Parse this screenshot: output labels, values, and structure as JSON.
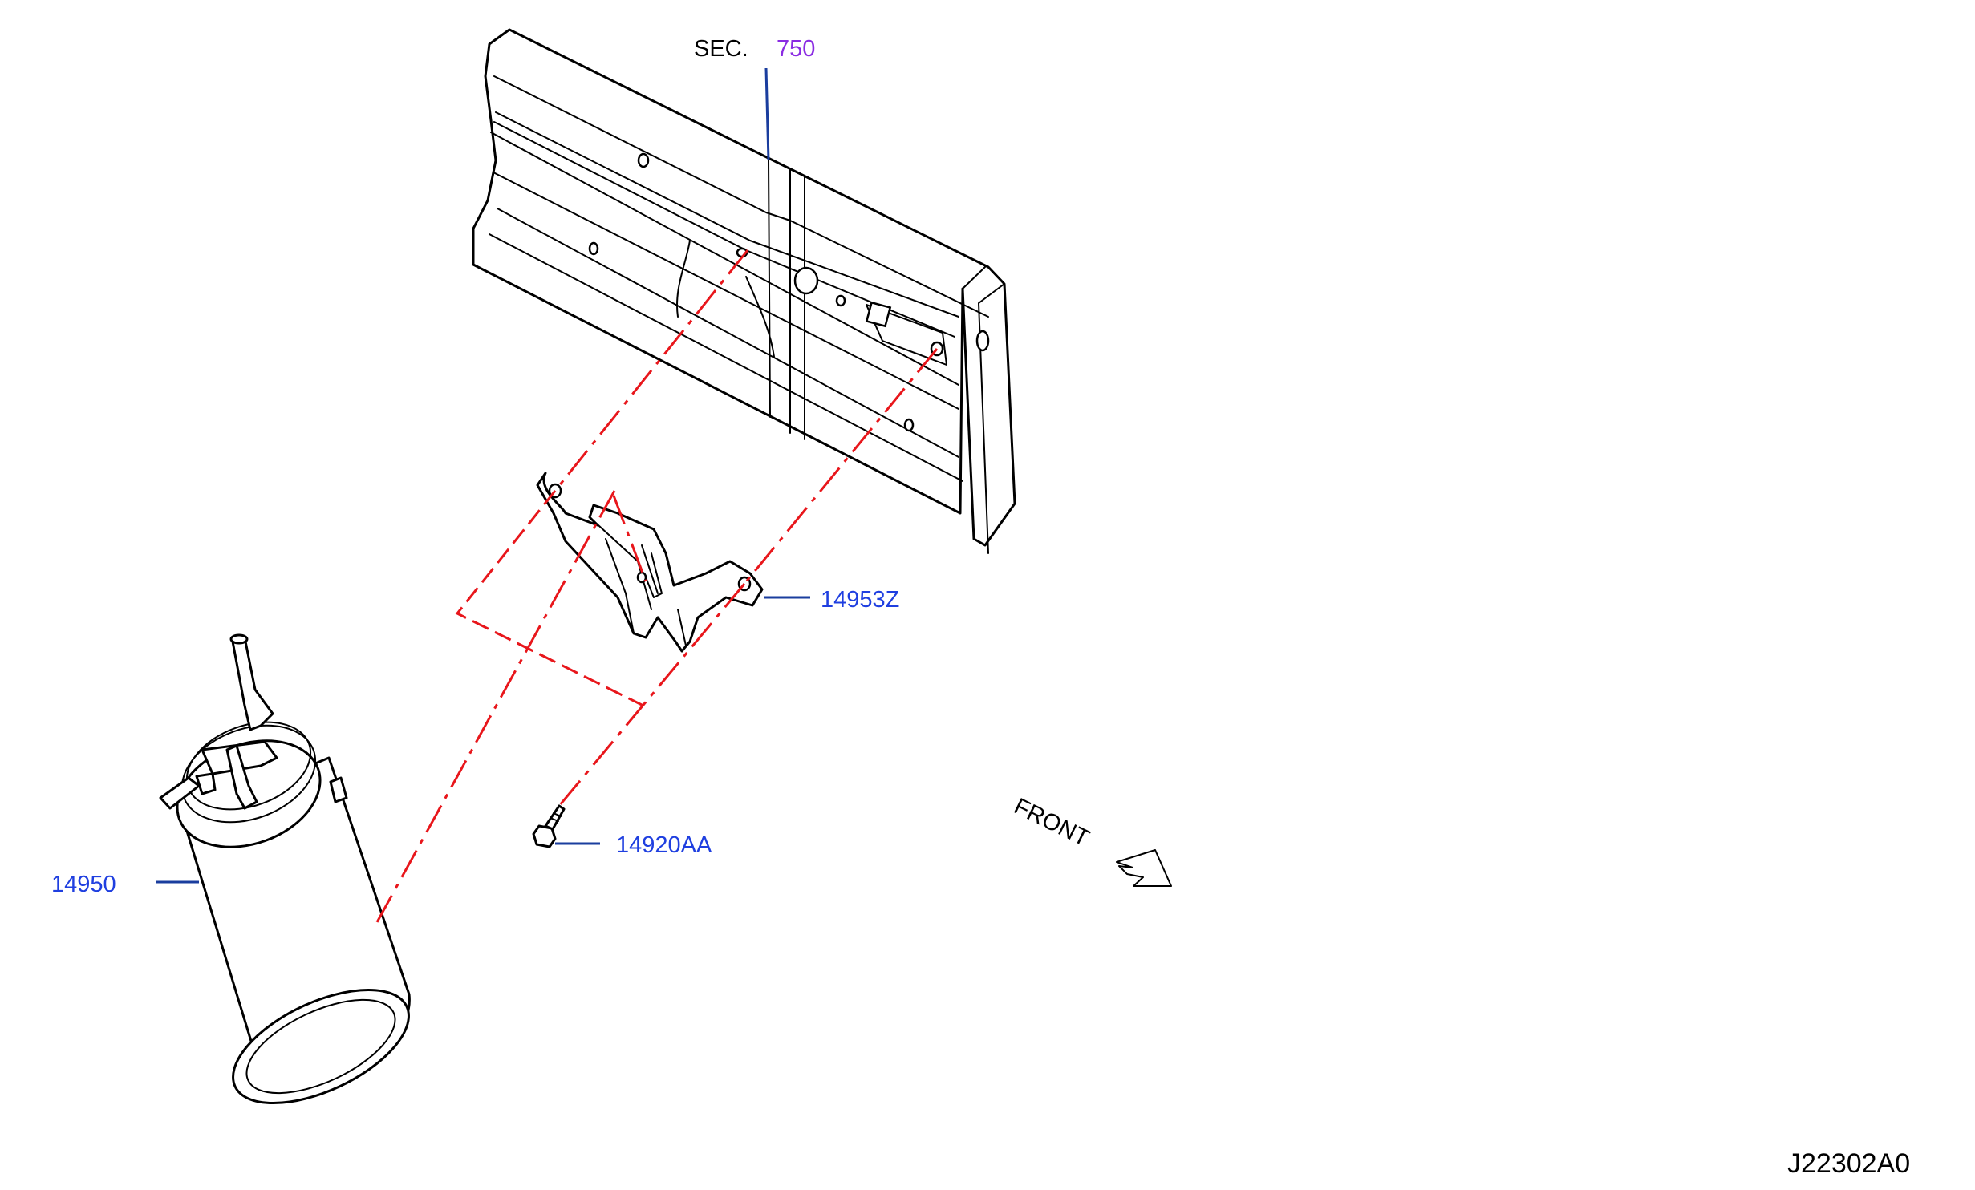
{
  "section": {
    "prefix": "SEC.",
    "number": "750"
  },
  "parts": [
    {
      "id": "14953Z"
    },
    {
      "id": "14920AA"
    },
    {
      "id": "14950"
    }
  ],
  "direction_label": "FRONT",
  "diagram_code": "J22302A0",
  "colors": {
    "part_number_text": "#1f3fe0",
    "section_number_text": "#8a2be2",
    "leader_line": "#1a3d9e",
    "phantom_line": "#e8161b",
    "outline": "#000000"
  }
}
